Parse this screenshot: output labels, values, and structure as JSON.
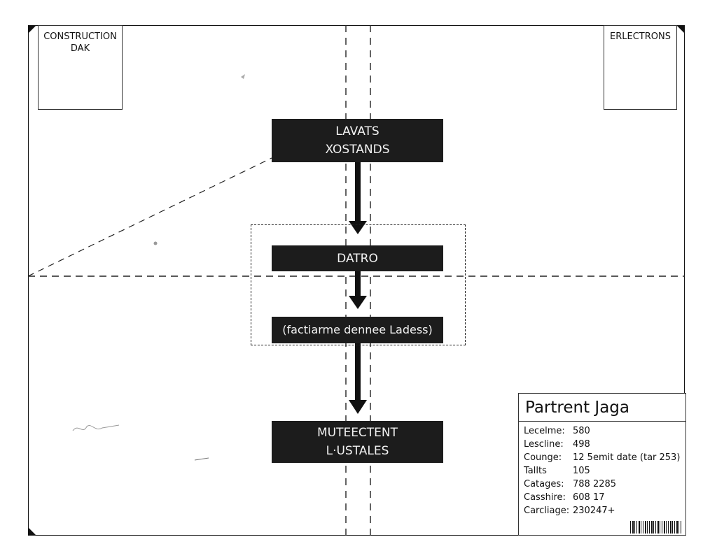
{
  "corner_labels": {
    "left": {
      "line1": "CONSTRUCTION",
      "line2": "DAK"
    },
    "right": {
      "line1": "ERLECTRONS"
    }
  },
  "flow": {
    "nodes": [
      {
        "line1": "LAVATS",
        "line2": "XOSTANDS"
      },
      {
        "line1": "DATRO"
      },
      {
        "line1": "(factiarme dennee Ladess)"
      },
      {
        "line1": "MUTEECTENT",
        "line2": "L·USTALES"
      }
    ]
  },
  "legend": {
    "title": "Partrent Jaga",
    "rows": [
      {
        "key": "Lecelme:",
        "value": "580"
      },
      {
        "key": "Lescline:",
        "value": "498"
      },
      {
        "key": "Counge:",
        "value": "12 5emit date (tar 253)"
      },
      {
        "key": "Tallts",
        "value": "105"
      },
      {
        "key": "Catages:",
        "value": "788 2285"
      },
      {
        "key": "Casshire:",
        "value": "608 17"
      },
      {
        "key": "Carcliage:",
        "value": "230247+"
      }
    ]
  },
  "colors": {
    "node_fill": "#1c1c1c",
    "line": "#111111",
    "background": "#ffffff"
  }
}
